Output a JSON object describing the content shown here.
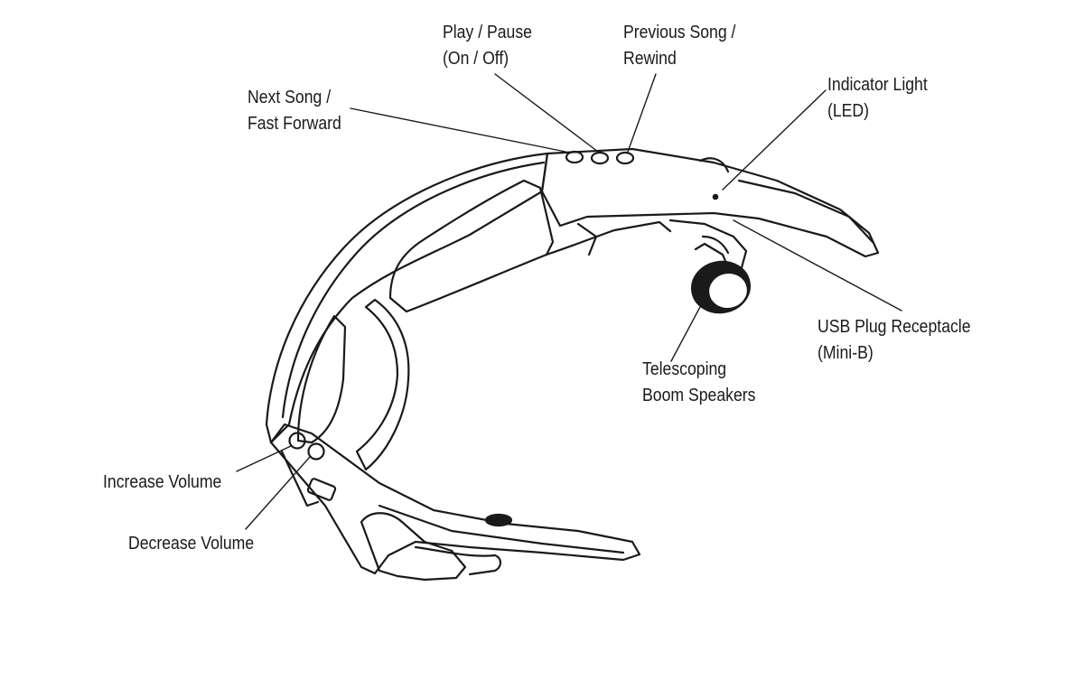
{
  "colors": {
    "ink": "#1a1a1a",
    "background": "#ffffff"
  },
  "callouts": [
    {
      "id": "play-pause",
      "lines": [
        "Play / Pause",
        "(On / Off)"
      ]
    },
    {
      "id": "previous-song",
      "lines": [
        "Previous Song /",
        "Rewind"
      ]
    },
    {
      "id": "next-song",
      "lines": [
        "Next Song /",
        "Fast Forward"
      ]
    },
    {
      "id": "indicator-light",
      "lines": [
        "Indicator Light",
        "(LED)"
      ]
    },
    {
      "id": "usb-plug",
      "lines": [
        "USB Plug Receptacle",
        "(Mini-B)"
      ]
    },
    {
      "id": "boom-speakers",
      "lines": [
        "Telescoping",
        "Boom Speakers"
      ]
    },
    {
      "id": "increase-volume",
      "lines": [
        "Increase Volume"
      ]
    },
    {
      "id": "decrease-volume",
      "lines": [
        "Decrease Volume"
      ]
    }
  ]
}
